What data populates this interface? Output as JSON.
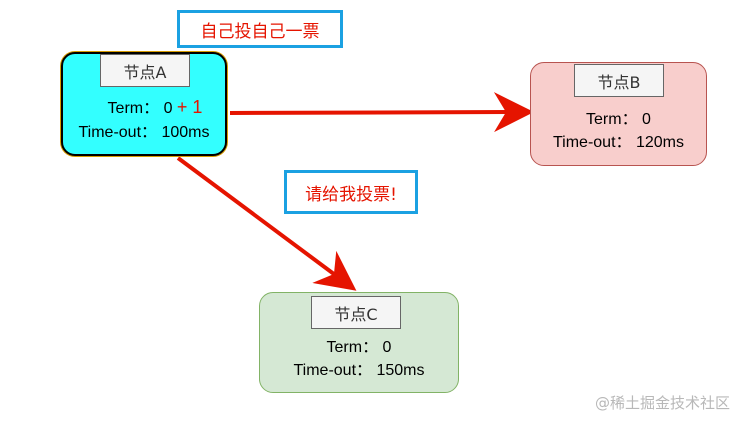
{
  "callouts": {
    "self_vote": "自己投自己一票",
    "vote_request": "请给我投票!"
  },
  "nodes": {
    "a": {
      "title": "节点A",
      "term_label": "Term：",
      "term_value": "0",
      "term_increment": "+ 1",
      "timeout_label": "Time-out：",
      "timeout_value": "100ms"
    },
    "b": {
      "title": "节点B",
      "term_label": "Term：",
      "term_value": "0",
      "timeout_label": "Time-out：",
      "timeout_value": "120ms"
    },
    "c": {
      "title": "节点C",
      "term_label": "Term：",
      "term_value": "0",
      "timeout_label": "Time-out：",
      "timeout_value": "150ms"
    }
  },
  "colors": {
    "node_a_fill": "#33ffff",
    "node_b_fill": "#f8cecc",
    "node_b_border": "#b85450",
    "node_c_fill": "#d5e8d4",
    "node_c_border": "#82b366",
    "arrow": "#e51400",
    "callout_border": "#1ba1e2"
  },
  "watermark": "@稀土掘金技术社区"
}
